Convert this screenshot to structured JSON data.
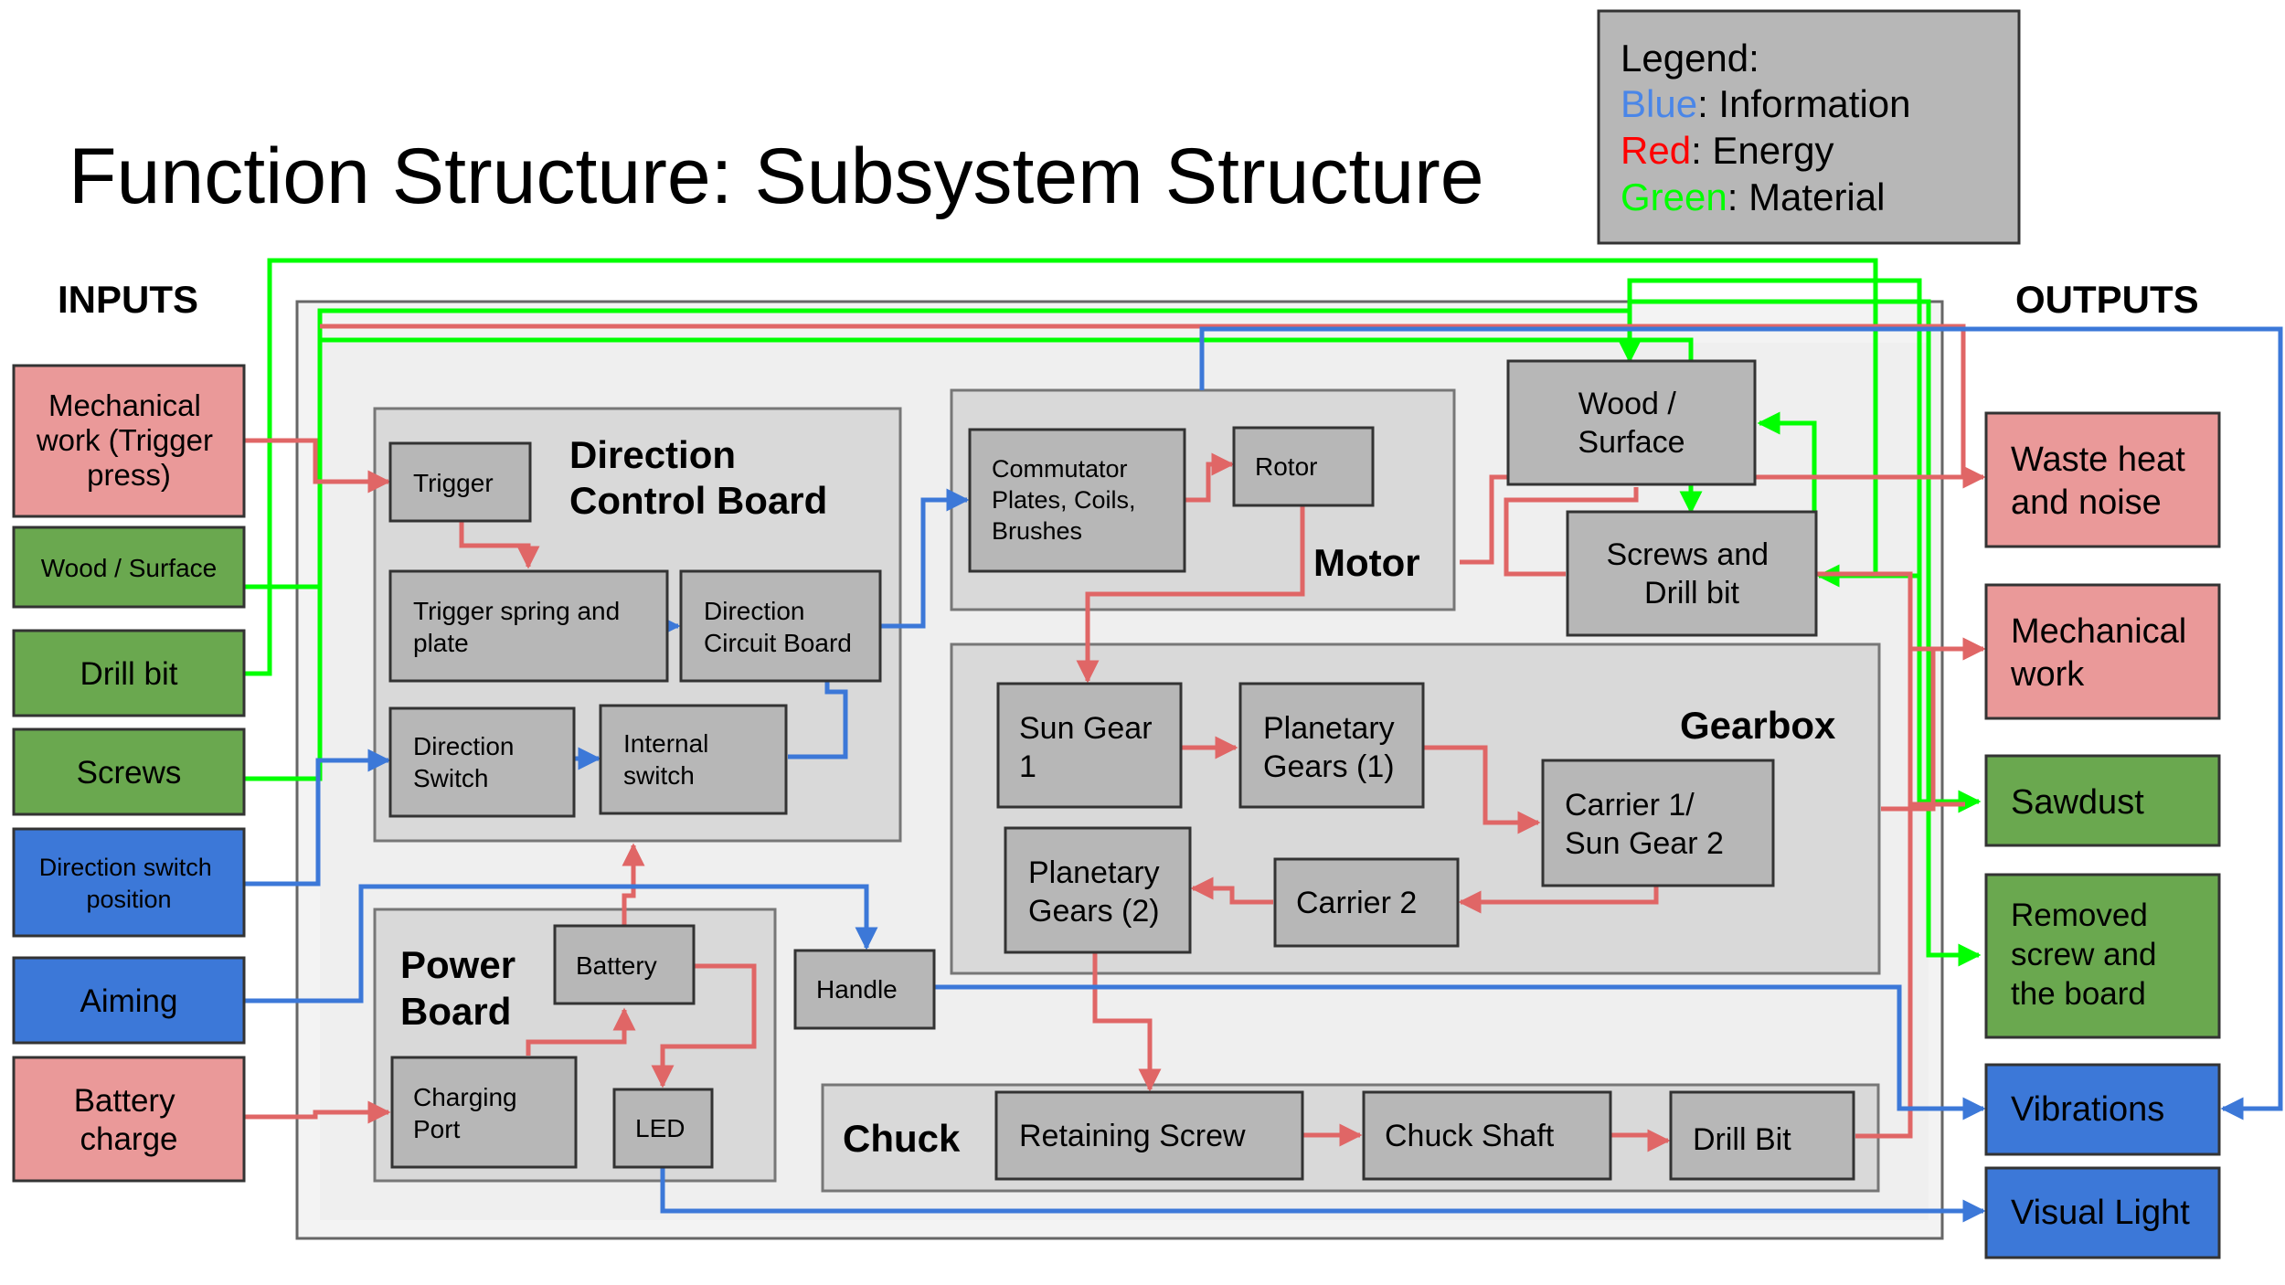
{
  "title": "Function Structure: Subsystem Structure",
  "inputs_heading": "INPUTS",
  "outputs_heading": "OUTPUTS",
  "legend": {
    "heading": "Legend:",
    "blue_word": "Blue",
    "blue_rest": ": Information",
    "red_word": "Red",
    "red_rest": ": Energy",
    "green_word": "Green",
    "green_rest": ": Material"
  },
  "colors": {
    "information": "#3c78d8",
    "energy": "#e06666",
    "material": "#00ff00",
    "input_energy_fill": "#ea9999",
    "input_material_fill": "#6aa84f",
    "input_information_fill": "#3c78d8",
    "block_fill": "#b7b7b7",
    "group_fill": "#d9d9d9",
    "frame_fill": "#f3f3f3"
  },
  "inputs": [
    {
      "type": "energy",
      "lines": [
        "Mechanical",
        "work (Trigger",
        "press)"
      ]
    },
    {
      "type": "material",
      "lines": [
        "Wood / Surface"
      ]
    },
    {
      "type": "material",
      "lines": [
        "Drill bit"
      ]
    },
    {
      "type": "material",
      "lines": [
        "Screws"
      ]
    },
    {
      "type": "information",
      "lines": [
        "Direction switch",
        "position"
      ]
    },
    {
      "type": "information",
      "lines": [
        "Aiming"
      ]
    },
    {
      "type": "energy",
      "lines": [
        "Battery",
        "charge"
      ]
    }
  ],
  "outputs": [
    {
      "type": "energy",
      "lines": [
        "Waste heat",
        "and noise"
      ]
    },
    {
      "type": "energy",
      "lines": [
        "Mechanical",
        "work"
      ]
    },
    {
      "type": "material",
      "lines": [
        "Sawdust"
      ]
    },
    {
      "type": "material",
      "lines": [
        "Removed",
        "screw and",
        "the board"
      ]
    },
    {
      "type": "information",
      "lines": [
        "Vibrations"
      ]
    },
    {
      "type": "information",
      "lines": [
        "Visual Light"
      ]
    }
  ],
  "subsystems": {
    "direction": {
      "title_lines": [
        "Direction",
        "Control Board"
      ]
    },
    "motor": {
      "title_lines": [
        "Motor"
      ]
    },
    "gearbox": {
      "title_lines": [
        "Gearbox"
      ]
    },
    "power": {
      "title_lines": [
        "Power",
        "Board"
      ]
    },
    "chuck": {
      "title_lines": [
        "Chuck"
      ]
    }
  },
  "blocks": {
    "trigger": [
      "Trigger"
    ],
    "trigger_spring": [
      "Trigger spring and",
      "plate"
    ],
    "direction_circuit": [
      "Direction",
      "Circuit Board"
    ],
    "direction_switch": [
      "Direction",
      "Switch"
    ],
    "internal_switch": [
      "Internal",
      "switch"
    ],
    "commutator": [
      "Commutator",
      "Plates, Coils,",
      "Brushes"
    ],
    "rotor": [
      "Rotor"
    ],
    "wood_surface": [
      "Wood /",
      "Surface"
    ],
    "screws_drill": [
      "Screws and",
      "Drill bit"
    ],
    "sun_gear_1": [
      "Sun Gear",
      "1"
    ],
    "planetary_1": [
      "Planetary",
      "Gears (1)"
    ],
    "carrier_1": [
      "Carrier 1/",
      "Sun Gear 2"
    ],
    "planetary_2": [
      "Planetary",
      "Gears (2)"
    ],
    "carrier_2": [
      "Carrier 2"
    ],
    "battery": [
      "Battery"
    ],
    "charging_port": [
      "Charging",
      "Port"
    ],
    "led": [
      "LED"
    ],
    "handle": [
      "Handle"
    ],
    "retaining_screw": [
      "Retaining Screw"
    ],
    "chuck_shaft": [
      "Chuck Shaft"
    ],
    "drill_bit_block": [
      "Drill Bit"
    ]
  }
}
